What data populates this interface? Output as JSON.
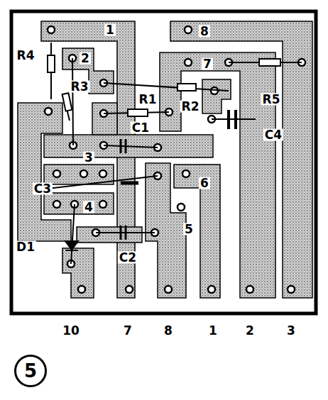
{
  "diagram": {
    "nodes": [
      {
        "text": [
          "5"
        ]
      }
    ],
    "labels": [
      "1",
      "8",
      "R4",
      "2",
      "7",
      "R3",
      "R1",
      "R2",
      "R5",
      "C1",
      "C4",
      "3",
      "6",
      "C3",
      "4",
      "5",
      "D1",
      "C2",
      "10",
      "7",
      "8",
      "1",
      "2",
      "3"
    ]
  }
}
